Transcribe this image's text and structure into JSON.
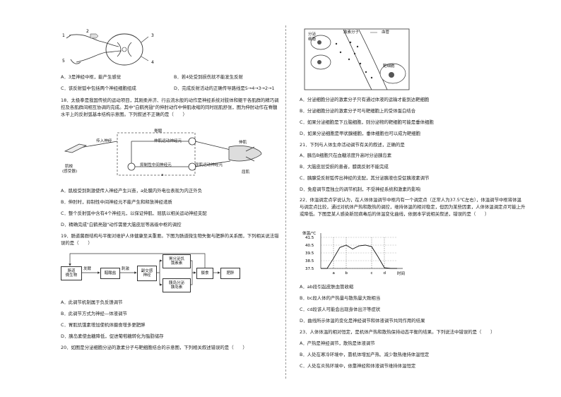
{
  "left": {
    "q17_options": {
      "A": "A．3是神经中枢，能产生感觉",
      "B": "B．若4处受到损伤就不能发生反射",
      "C": "C．该反射弧中包括两个神经细胞组成",
      "D": "D．完成反射活动的正确传导路线是5→4→3→2→1"
    },
    "q18": {
      "stem": "18．太极拳是我国传统的运动项目，其刚柔并济、行云流水般的动作是神经系统对肢体和躯干各肌群的精巧调控及各肌群间相互协调的完成。其中\"白鹤亮翅\"的伸肘动作中伸肌收缩的同时屈肌舒张，图为伸肘动作在脊髓水平上的反射弧基本结构示意图。下列叙述不正确的是（　　）",
      "fig_labels": {
        "spinal_cord": "脊髓",
        "afferent": "传入神经",
        "efferent_ext": "伸肌运动神经元",
        "interneuron": "抑制性中间神经元",
        "efferent_flex": "屈肌运动神经元",
        "spindle": "肌梭",
        "receptor": "(感受器)",
        "extensor": "伸肌",
        "flexor": "屈肌",
        "point_a": "a"
      },
      "options": {
        "A": "A．肌梭受到刺激使传入神经产生兴奋，a处膜内外电位表现为内正外负",
        "B": "B．伸肘时，抑制性中间神经元不能产生和释放神经递质",
        "C": "C．整个反射弧中含有4个神经元，以保证伸肌、屈肌以相关运动神经支配",
        "D": "D．精确完成\"白鹤亮翅\"动作需要大脑皮层等高级中枢的调控"
      }
    },
    "q19": {
      "stem": "19．肠道菌群结构与平衡对维护人体健康至关重要。下图为肠道微生物失衡与肥胖的关系图，下列相关说法错误的是（　　）",
      "boxes": {
        "microbe": "肠道\n微生物",
        "ferment": "发酵",
        "acetic": "醋酸盐",
        "stimulate": "刺激",
        "parasym": "副交感\n神经",
        "ghrelin": "胃分泌饥\n饿素素",
        "insulin": "胰岛分泌\n胰岛素",
        "intake": "摄食",
        "obesity": "肥胖"
      },
      "options": {
        "A": "A．此调节机制属于负反馈调节",
        "B": "B．此调节方式为神经—体液调节",
        "C": "C．胃肌饥饿素增加使机体摄食增多更肥胖",
        "D": "D．胰岛素使血糖降低，促进葡萄糖转化为脂肪储存"
      }
    },
    "q20_stem": "20．如图是分泌细胞分泌的激素分子与靶细胞结合的示意图，下列相关叙述错误的是（　　）"
  },
  "right": {
    "q20_fig": {
      "secretory_cell": "分泌\n细胞",
      "hormone": "激素分子",
      "vessel": "血管",
      "target": "靶细胞"
    },
    "q20_options": {
      "A": "A．分泌细胞分泌的激素分子只有通过体液的运输才能到达靶细胞",
      "B": "B．分泌细胞分泌的激素分子可与靶细胞上的受体蛋白结合",
      "C": "C．如果分泌细胞是下丘脑细胞，则分泌物的靶细胞可能是垂体细胞",
      "D": "D．如果分泌细胞是甲状腺细胞，垂体细胞也可以成为靶细胞"
    },
    "q21": {
      "stem": "21．下列与人体生命活动调节有关的叙述，正确的是",
      "options": {
        "A": "A．胰岛B细胞只在血糖浓度升高时分泌胰岛素",
        "B": "B．大脑皮层受损的患者，膝跳反射不能完成",
        "C": "C．胰腺受反射弧传出神经的支配，其分泌胰液也受促胰液素调节",
        "D": "D．免疫调节是独立的调节机制，不受神经系统和激素的影响"
      }
    },
    "q22": {
      "stem": "22．体温调定点学说认为，在人体体温调节中枢内有一个调定点（正常人为37.5℃左右），体温调节中枢将体温与调定点比较，通过对机体产热和散热的调控，维持体温的相对稳定，但因为某些因素，人体体温调定点可能上升或降低。下图是某人感染新冠病毒后的体温变化曲线，依据本学说相关叙述，错误的是（　　）",
      "y_label": "体温/℃",
      "x_label": "时间",
      "yticks": [
        "41.5",
        "40.5",
        "39.5",
        "38.5",
        "37.5"
      ],
      "xpoints": [
        "a",
        "b",
        "c",
        "d"
      ],
      "options": {
        "A": "A．ab段引起皮肤血管收缩",
        "B": "B．bc段人体的产热量与散热量大致相当",
        "C": "C．cd段该人可能会出现身体出汗等症状",
        "D": "D．曲线所示体温的变化是神经调节和体液调节共同作用的结果"
      }
    },
    "q23": {
      "stem": "23．人体体温的相对恒定，是机体产热和散热保持动态平衡的结果。下列说法中错误的是（　　）",
      "options": {
        "A": "A．产热是神经调节，散热是体液调节",
        "B": "B．人处在寒冷环境中，靠机体增加产热、减少散热维持体温恒定",
        "C": "C．人处在炎热环境中，依靠神经和体液调节维持体温恒定"
      }
    }
  },
  "chart_data": {
    "type": "line",
    "title": "",
    "xlabel": "时间",
    "ylabel": "体温/℃",
    "ylim": [
      37.5,
      41.5
    ],
    "yticks": [
      37.5,
      38.5,
      39.5,
      40.5,
      41.5
    ],
    "x_markers": [
      "a",
      "b",
      "c",
      "d"
    ],
    "series": [
      {
        "x": [
          0,
          0.5,
          1,
          1.5,
          2,
          2.5,
          3,
          3.5,
          4,
          4.5,
          5,
          5.5,
          6
        ],
        "y": [
          37.5,
          37.5,
          38.8,
          40.2,
          40.5,
          40.0,
          40.4,
          40.5,
          40.3,
          39.0,
          37.6,
          37.5,
          37.5
        ]
      }
    ]
  }
}
